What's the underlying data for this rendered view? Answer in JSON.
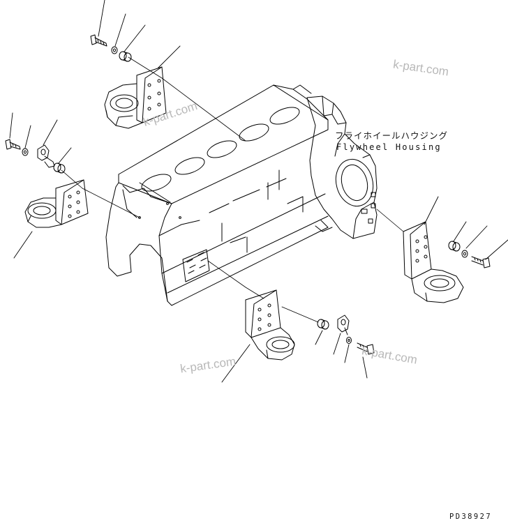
{
  "diagram": {
    "flywheel_housing_jp": "フライホイールハウジング",
    "flywheel_housing_en": "Flywheel Housing",
    "figure_code": "PD38927",
    "watermark_text": "k-part.com",
    "line_color": "#000000",
    "watermark_color": "#b8b8b8"
  }
}
